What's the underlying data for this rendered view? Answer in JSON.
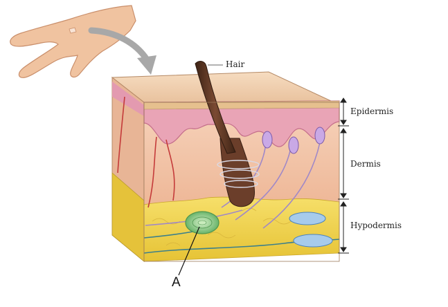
{
  "labels": {
    "hair": "Hair",
    "epidermis": "Epidermis",
    "dermis": "Dermis",
    "hypodermis": "Hypodermis",
    "marker": "A"
  },
  "colors": {
    "epidermis_pink": "#e8a3b4",
    "dermis_peach": "#f3c6aa",
    "hypodermis_yellow": "#f2d64a",
    "hair_brown": "#5a3524",
    "corpuscle_green": "#9fd39a",
    "vessel_blue": "#8ab8e0",
    "nerve_purple": "#b79ad8"
  },
  "icons": [
    "hand-icon",
    "arrow-icon"
  ]
}
